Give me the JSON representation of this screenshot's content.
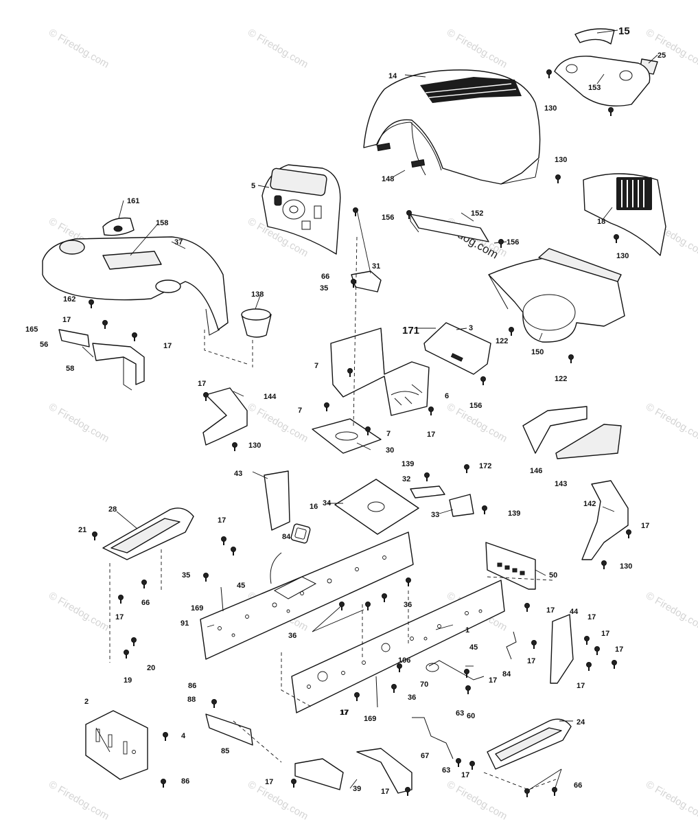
{
  "watermark": {
    "text": "Firedog.com",
    "symbol": "©",
    "color": "#d4d4d4"
  },
  "labels": {
    "p15": "15",
    "p25": "25",
    "p14": "14",
    "p153": "153",
    "p130a": "130",
    "p148": "148",
    "p5": "5",
    "p130b": "130",
    "p18": "18",
    "p130c": "130",
    "p156a": "156",
    "p152": "152",
    "p156b": "156",
    "p161": "161",
    "p158": "158",
    "p37": "37",
    "p162": "162",
    "p165": "165",
    "p17a": "17",
    "p56": "56",
    "p17b": "17",
    "p58": "58",
    "p138": "138",
    "p66a": "66",
    "p31": "31",
    "p35a": "35",
    "p171": "171",
    "p3": "3",
    "p122a": "122",
    "p150": "150",
    "p122b": "122",
    "p7a": "7",
    "p6": "6",
    "p156c": "156",
    "p7b": "7",
    "p7c": "7",
    "p17c": "17",
    "p30": "30",
    "p17d": "17",
    "p144": "144",
    "p130d": "130",
    "p146": "146",
    "p143": "143",
    "p43": "43",
    "p139a": "139",
    "p172": "172",
    "p32": "32",
    "p34": "34",
    "p33": "33",
    "p139b": "139",
    "p142": "142",
    "p17e": "17",
    "p130e": "130",
    "p28": "28",
    "p21": "21",
    "p17f": "17",
    "p84a": "84",
    "p16": "16",
    "p45a": "45",
    "p35b": "35",
    "p50": "50",
    "p66b": "66",
    "p17g": "17",
    "p169a": "169",
    "p36a": "36",
    "p91": "91",
    "p36b": "36",
    "p17h": "17",
    "p44": "44",
    "p17i": "17",
    "p17j": "17",
    "p1": "1",
    "p45b": "45",
    "p17k": "17",
    "p17l": "17",
    "p84b": "84",
    "p17m": "17",
    "p20": "20",
    "p19": "19",
    "p106": "106",
    "p17n": "17",
    "p70": "70",
    "p17o": "17",
    "p86a": "86",
    "p88": "88",
    "p36c": "36",
    "p63a": "63",
    "p60": "60",
    "p17p": "17",
    "p169b": "169",
    "p2": "2",
    "p4": "4",
    "p85": "85",
    "p24": "24",
    "p67": "67",
    "p63b": "63",
    "p17q": "17",
    "p86b": "86",
    "p17r": "17",
    "p39": "39",
    "p17s": "17",
    "p66c": "66"
  }
}
